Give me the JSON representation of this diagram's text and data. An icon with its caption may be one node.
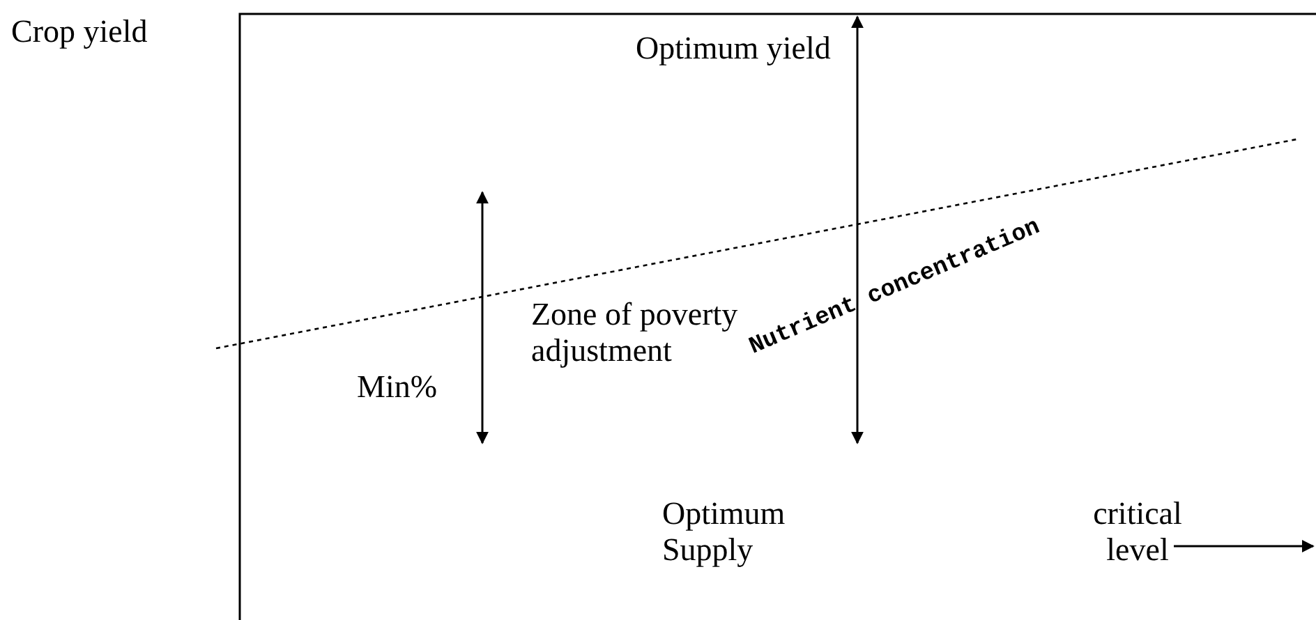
{
  "diagram": {
    "labels": [
      "Crop yield",
      "Optimum yield",
      "Zone of poverty adjustment",
      "Min%",
      "Nutrient concentration",
      "Optimum Supply",
      "critical level"
    ]
  }
}
